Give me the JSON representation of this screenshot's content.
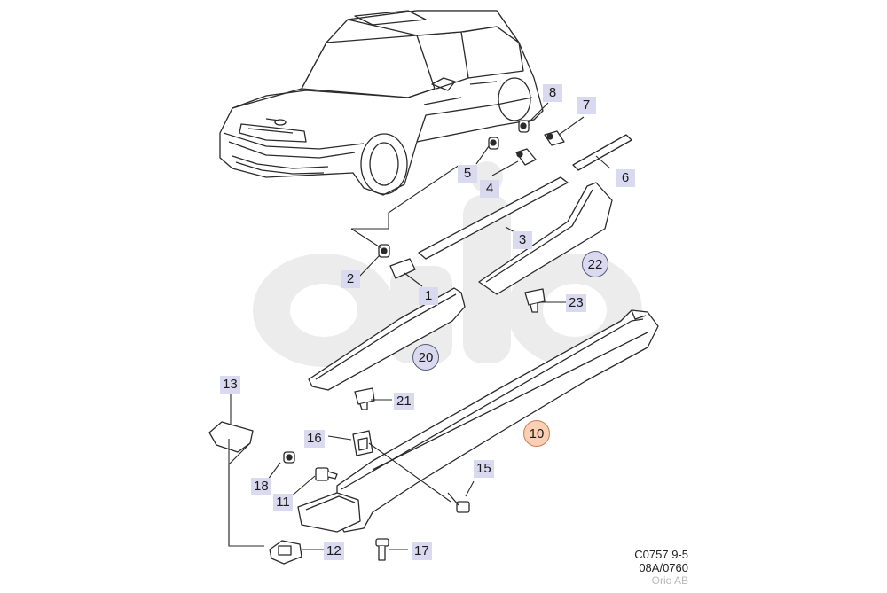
{
  "callouts": {
    "c1": "1",
    "c2": "2",
    "c3": "3",
    "c4": "4",
    "c5": "5",
    "c6": "6",
    "c7": "7",
    "c8": "8",
    "c10": "10",
    "c11": "11",
    "c12": "12",
    "c13": "13",
    "c15": "15",
    "c16": "16",
    "c17": "17",
    "c18": "18",
    "c20": "20",
    "c21": "21",
    "c22": "22",
    "c23": "23"
  },
  "footer": {
    "code": "C0757 9-5",
    "date": "08A/0760",
    "brand": "Orio AB"
  },
  "watermark": "orio",
  "colors": {
    "line": "#2a2a2a",
    "box_fill": "#d9d9ef",
    "highlight_fill": "#fbcfb3",
    "watermark": "#ececec"
  }
}
